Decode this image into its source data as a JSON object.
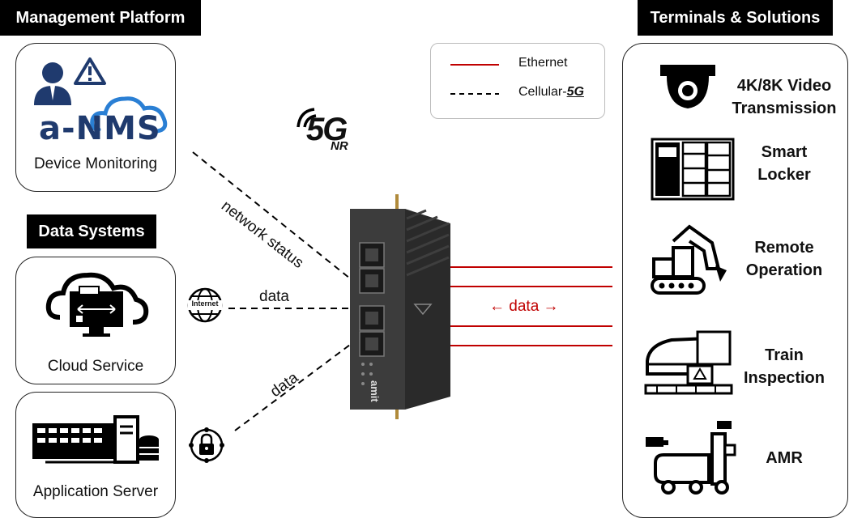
{
  "headers": {
    "management": "Management Platform",
    "data_systems": "Data Systems",
    "terminals": "Terminals & Solutions"
  },
  "left_boxes": {
    "device_monitoring": "Device Monitoring",
    "nms_logo": "a-NMS",
    "cloud_service": "Cloud Service",
    "application_server": "Application Server"
  },
  "connections": {
    "network_status": "network status",
    "data_internet": "data",
    "data_server": "data",
    "data_terminals": "data",
    "internet_globe_text": "Internet"
  },
  "badge_5g": {
    "main": "5G",
    "sub": "NR"
  },
  "legend": {
    "ethernet": "Ethernet",
    "cellular_prefix": "Cellular-",
    "cellular_suffix": "5G",
    "ethernet_color": "#c00000",
    "cellular_color": "#000000"
  },
  "device": {
    "brand": "amit"
  },
  "terminals": [
    {
      "line1": "4K/8K Video",
      "line2": "Transmission",
      "icon": "dome-camera-icon"
    },
    {
      "line1": "Smart",
      "line2": "Locker",
      "icon": "smart-locker-icon"
    },
    {
      "line1": "Remote",
      "line2": "Operation",
      "icon": "excavator-icon"
    },
    {
      "line1": "Train",
      "line2": "Inspection",
      "icon": "train-icon"
    },
    {
      "line1": "AMR",
      "line2": "",
      "icon": "amr-robot-icon"
    }
  ],
  "colors": {
    "ethernet": "#c00000",
    "navy": "#1f3a6e",
    "cloud_blue": "#2a7fd4"
  }
}
